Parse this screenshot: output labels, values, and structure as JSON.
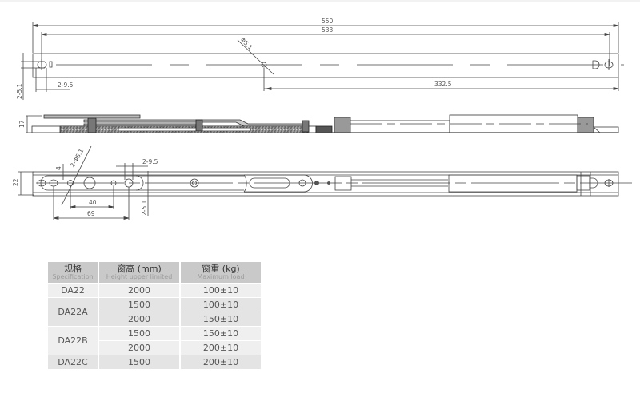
{
  "drawing": {
    "top_view": {
      "dim_overall": "550",
      "dim_hole_span": "533",
      "dim_center_hole": "Φ5.1",
      "dim_slot_width": "2-5.1",
      "dim_slot_length": "2-9.5",
      "dim_center_offset": "332.5"
    },
    "side_view": {
      "dim_height": "17"
    },
    "front_view": {
      "dim_width": "22",
      "dim_offset": "4",
      "dim_holes": "2-Φ5.1",
      "dim_slot_length": "2-9.5",
      "dim_slot_width": "2-5.1",
      "dim_spacing_1": "40",
      "dim_spacing_2": "69"
    }
  },
  "spec_table": {
    "headers": [
      {
        "cn": "规格",
        "en": "Specification"
      },
      {
        "cn": "窗高 (mm)",
        "en": "Height upper limited"
      },
      {
        "cn": "窗重 (kg)",
        "en": "Maximum load"
      }
    ],
    "rows": [
      {
        "model": "DA22",
        "height": "2000",
        "load": "100±10"
      },
      {
        "model": "DA22A",
        "height": "1500",
        "load": "100±10"
      },
      {
        "model": "",
        "height": "2000",
        "load": "150±10"
      },
      {
        "model": "DA22B",
        "height": "1500",
        "load": "150±10"
      },
      {
        "model": "",
        "height": "2000",
        "load": "200±10"
      },
      {
        "model": "DA22C",
        "height": "1500",
        "load": "200±10"
      }
    ]
  }
}
